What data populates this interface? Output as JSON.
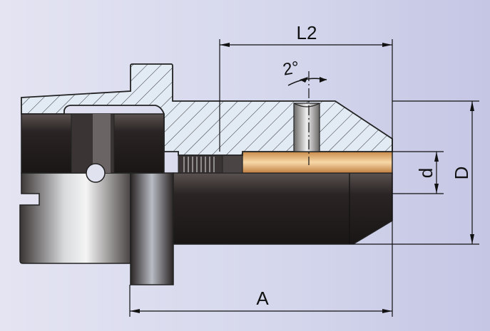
{
  "diagram": {
    "labels": {
      "L2": "L2",
      "angle": "2°",
      "A": "A",
      "d": "d",
      "D": "D"
    },
    "colors": {
      "hatch_fill": "#dfe8f4",
      "steel_dark": "#2a2424",
      "bore_orange": "#e8b070",
      "line": "#111111"
    }
  }
}
